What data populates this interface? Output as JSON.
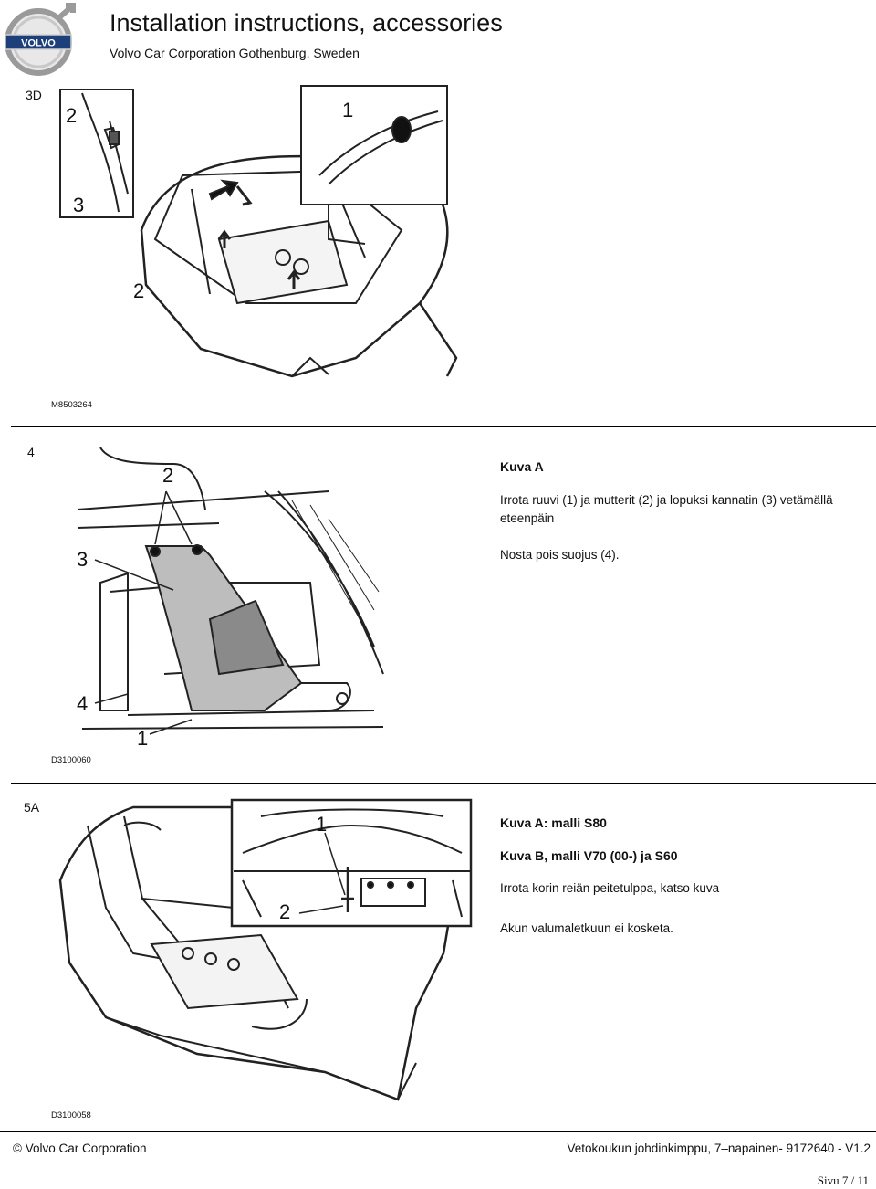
{
  "header": {
    "title": "Installation instructions, accessories",
    "subtitle": "Volvo Car Corporation Gothenburg, Sweden",
    "logo_text": "VOLVO",
    "logo_icon": "volvo-iron-mark-icon"
  },
  "steps": [
    {
      "number": "3D",
      "figure_code": "M8503264",
      "callouts": [
        "1",
        "2",
        "3",
        "2"
      ]
    },
    {
      "number": "4",
      "figure_code": "D3100060",
      "callouts": [
        "2",
        "3",
        "4",
        "1"
      ],
      "heading": "Kuva A",
      "paragraphs": [
        "Irrota ruuvi (1) ja mutterit (2) ja lopuksi kannatin (3) vetämällä eteenpäin",
        "Nosta pois suojus (4)."
      ]
    },
    {
      "number": "5A",
      "figure_code": "D3100058",
      "callouts": [
        "1",
        "2"
      ],
      "heading_1": "Kuva A: malli S80",
      "heading_2": "Kuva B, malli V70 (00-) ja S60",
      "paragraphs": [
        "Irrota korin reiän peitetulppa, katso kuva",
        "Akun valumaletkuun ei kosketa."
      ]
    }
  ],
  "footer": {
    "left": "© Volvo Car Corporation",
    "right": "Vetokoukun johdinkimppu, 7–napainen- 9172640 - V1.2",
    "page": "Sivu 7 / 11"
  }
}
